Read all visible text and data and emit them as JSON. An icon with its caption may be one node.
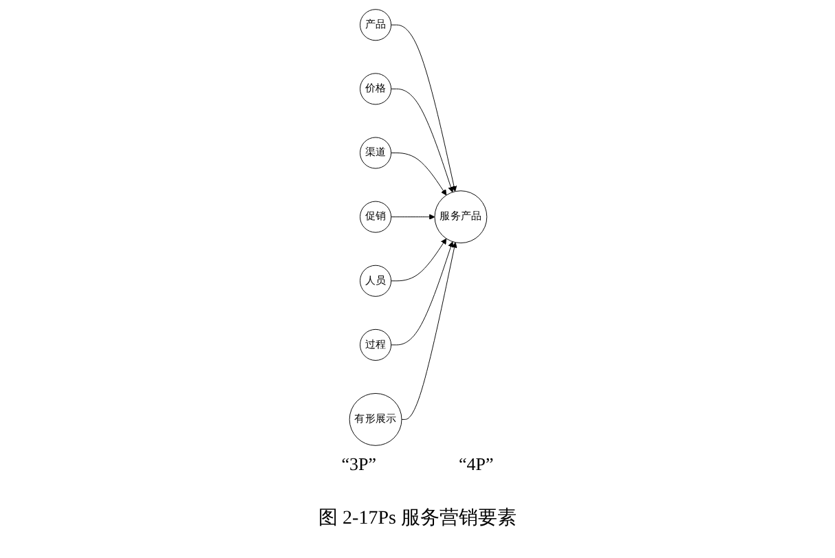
{
  "diagram": {
    "caption": "图 2-17Ps 服务营销要素",
    "nodes": [
      {
        "text": [
          "服务产品"
        ]
      },
      {
        "text": [
          "产品"
        ]
      },
      {
        "text": [
          "价格"
        ]
      },
      {
        "text": [
          "渠道"
        ]
      },
      {
        "text": [
          "促销"
        ]
      },
      {
        "text": [
          "人员"
        ]
      },
      {
        "text": [
          "过程"
        ]
      },
      {
        "text": [
          "有形展示"
        ]
      }
    ],
    "edges": [
      {
        "from": 1,
        "to": 0,
        "arrow": "to"
      },
      {
        "from": 2,
        "to": 0,
        "arrow": "to"
      },
      {
        "from": 3,
        "to": 0,
        "arrow": "to"
      },
      {
        "from": 4,
        "to": 0,
        "arrow": "to"
      },
      {
        "from": 5,
        "to": 0,
        "arrow": "to"
      },
      {
        "from": 6,
        "to": 0,
        "arrow": "to"
      },
      {
        "from": 7,
        "to": 0,
        "arrow": "to"
      }
    ],
    "labels": [
      "“3P”",
      "“4P”"
    ]
  }
}
